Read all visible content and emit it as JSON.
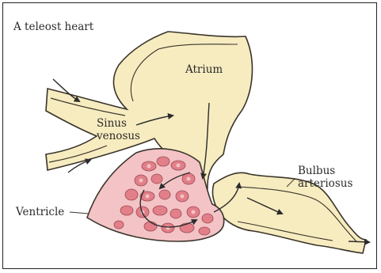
{
  "title": "A teleost heart",
  "labels": {
    "atrium": "Atrium",
    "sinus_line1": "Sinus",
    "sinus_line2": "venosus",
    "bulbus_line1": "Bulbus",
    "bulbus_line2": "arteriosus",
    "ventricle": "Ventricle"
  },
  "colors": {
    "chamber_fill": "#f7ecc0",
    "outline": "#3a342a",
    "ventricle_fill": "#f3c3c6",
    "ventricle_spongy": "#e27f88",
    "arrow": "#2b2b2b"
  }
}
